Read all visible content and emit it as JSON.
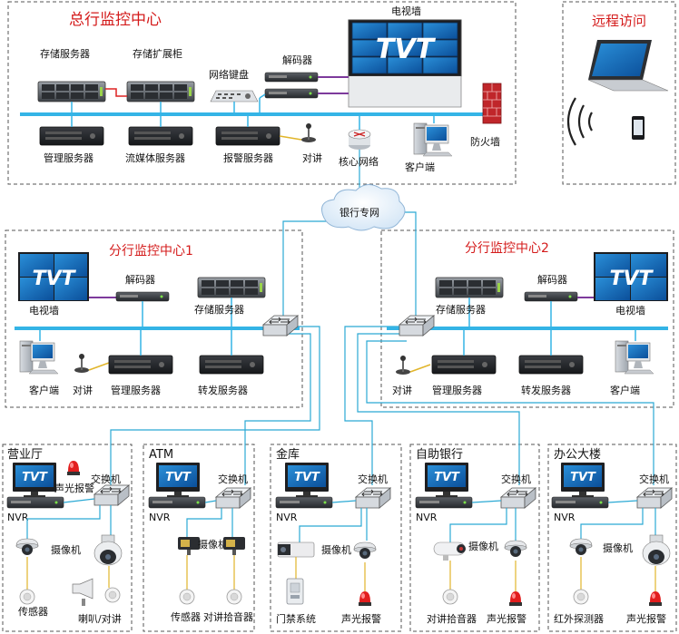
{
  "colors": {
    "bus": "#34b4e6",
    "link": "#2ba9d4",
    "title_red": "#d41b1b",
    "video_link": "#7d3a9c",
    "box_border": "#555555",
    "firewall": "#c0262a"
  },
  "hq": {
    "title": "总行监控中心",
    "video_wall": "电视墙",
    "storage_server": "存储服务器",
    "storage_cabinet": "存储扩展柜",
    "net_keyboard": "网络键盘",
    "decoder": "解码器",
    "firewall": "防火墙",
    "mgmt_server": "管理服务器",
    "stream_server": "流媒体服务器",
    "alarm_server": "报警服务器",
    "intercom": "对讲",
    "core_network": "核心网络",
    "client": "客户端"
  },
  "remote": {
    "title": "远程访问"
  },
  "cloud": {
    "label": "银行专网"
  },
  "logo": {
    "text": "TVT",
    "small_text": "TVT"
  },
  "branch1": {
    "title": "分行监控中心1",
    "video_wall": "电视墙",
    "decoder": "解码器",
    "storage_server": "存储服务器",
    "client": "客户端",
    "intercom": "对讲",
    "mgmt_server": "管理服务器",
    "forward_server": "转发服务器"
  },
  "branch2": {
    "title": "分行监控中心2",
    "decoder": "解码器",
    "storage_server": "存储服务器",
    "video_wall": "电视墙",
    "intercom": "对讲",
    "mgmt_server": "管理服务器",
    "forward_server": "转发服务器",
    "client": "客户端"
  },
  "sites": {
    "hall": {
      "title": "营业厅",
      "alarm": "声光报警",
      "switch": "交换机",
      "nvr": "NVR",
      "camera": "摄像机",
      "sensor": "传感器",
      "speaker": "喇叭/对讲"
    },
    "atm": {
      "title": "ATM",
      "switch": "交换机",
      "nvr": "NVR",
      "camera": "摄像机",
      "sensor": "传感器",
      "pickup": "对讲拾音器"
    },
    "vault": {
      "title": "金库",
      "switch": "交换机",
      "nvr": "NVR",
      "camera": "摄像机",
      "door": "门禁系统",
      "alarm": "声光报警"
    },
    "selfservice": {
      "title": "自助银行",
      "switch": "交换机",
      "nvr": "NVR",
      "camera": "摄像机",
      "pickup": "对讲拾音器",
      "alarm": "声光报警"
    },
    "office": {
      "title": "办公大楼",
      "switch": "交换机",
      "nvr": "NVR",
      "camera": "摄像机",
      "ir": "红外探测器",
      "alarm": "声光报警"
    }
  }
}
